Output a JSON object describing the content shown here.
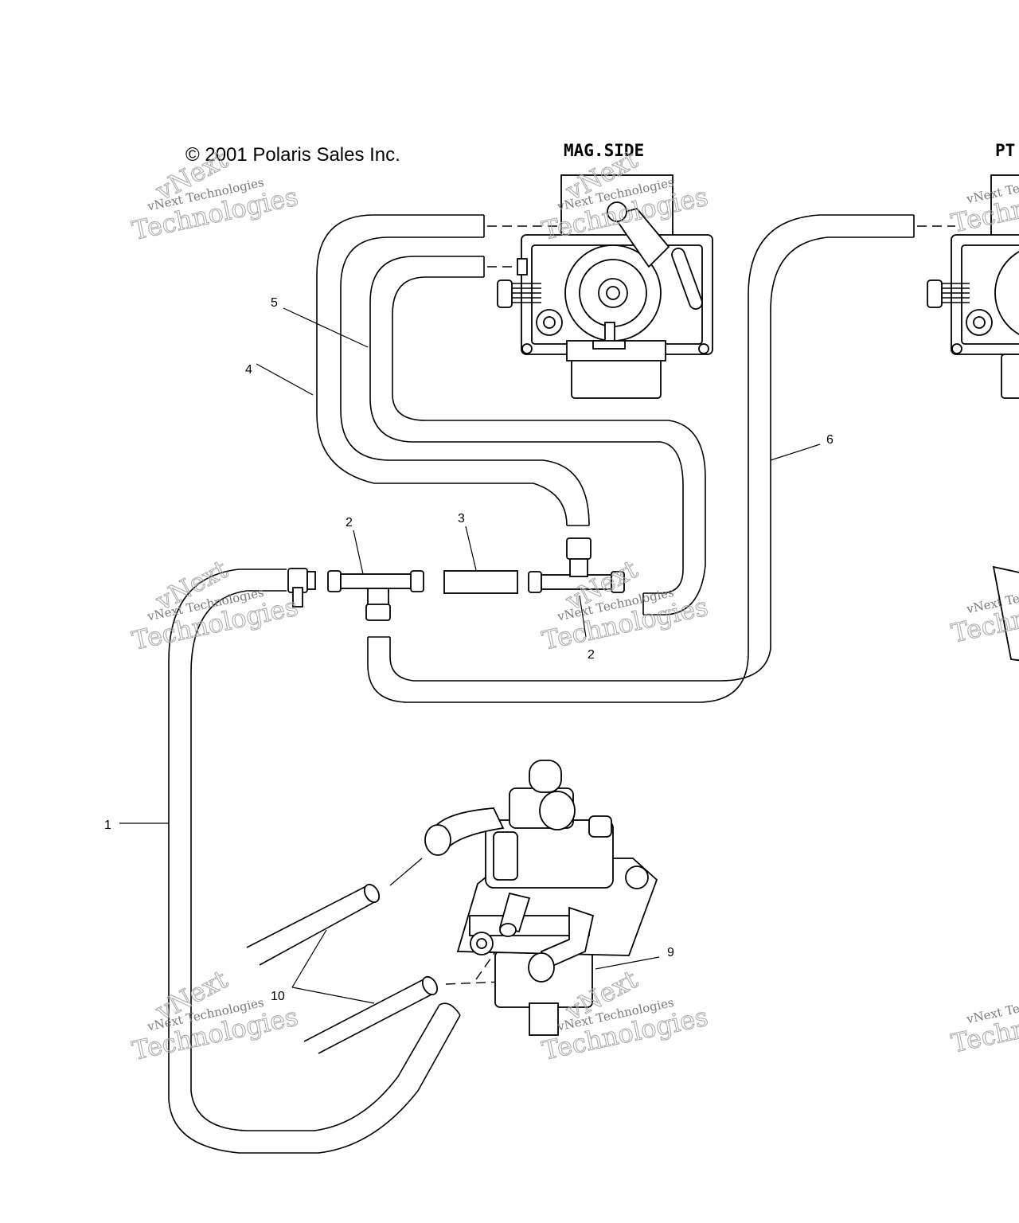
{
  "header": {
    "copyright": "© 2001 Polaris Sales Inc.",
    "mag_side_label": "MAG.SIDE",
    "pto_side_label_partial": "PT"
  },
  "watermark": {
    "line1": "vNext Technologies",
    "line2": "Technologies",
    "line3": "vNext"
  },
  "callouts": {
    "c1": "1",
    "c2a": "2",
    "c2b": "2",
    "c3": "3",
    "c4": "4",
    "c5": "5",
    "c6": "6",
    "c9": "9",
    "c10": "10"
  }
}
